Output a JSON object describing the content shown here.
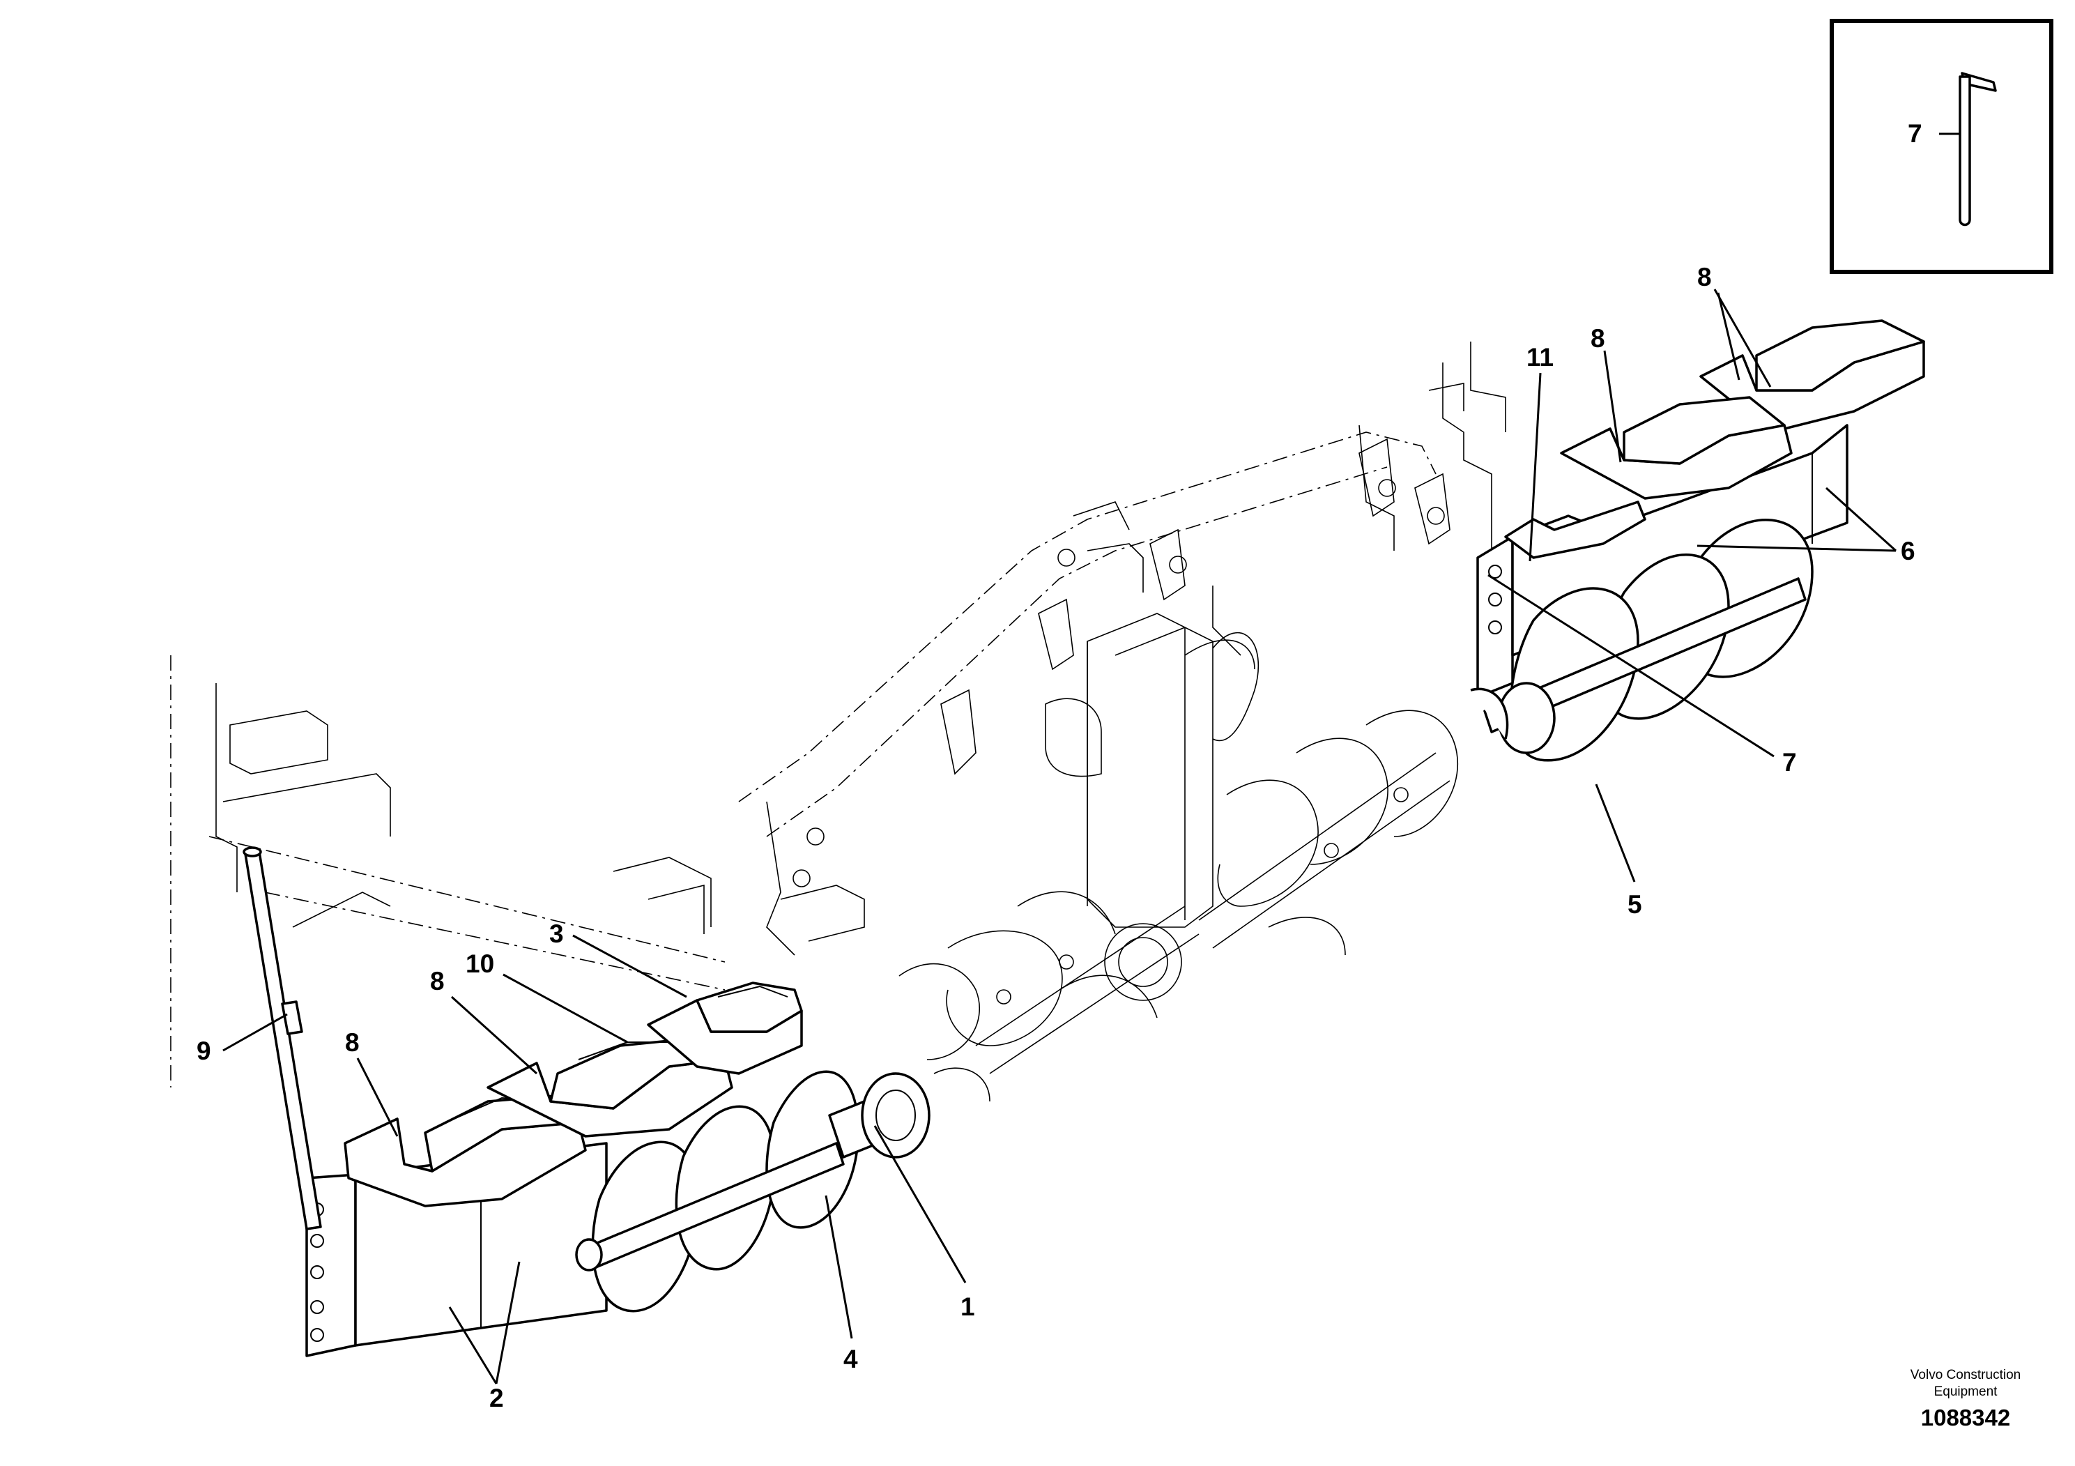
{
  "callouts": {
    "c1": "1",
    "c2": "2",
    "c3": "3",
    "c4": "4",
    "c5": "5",
    "c6": "6",
    "c7": "7",
    "c8a": "8",
    "c8b": "8",
    "c8c": "8",
    "c8d": "8",
    "c9": "9",
    "c10": "10",
    "c11": "11"
  },
  "inset": {
    "callout": "7"
  },
  "credit": {
    "line1": "Volvo Construction",
    "line2": "Equipment"
  },
  "document_number": "1088342"
}
